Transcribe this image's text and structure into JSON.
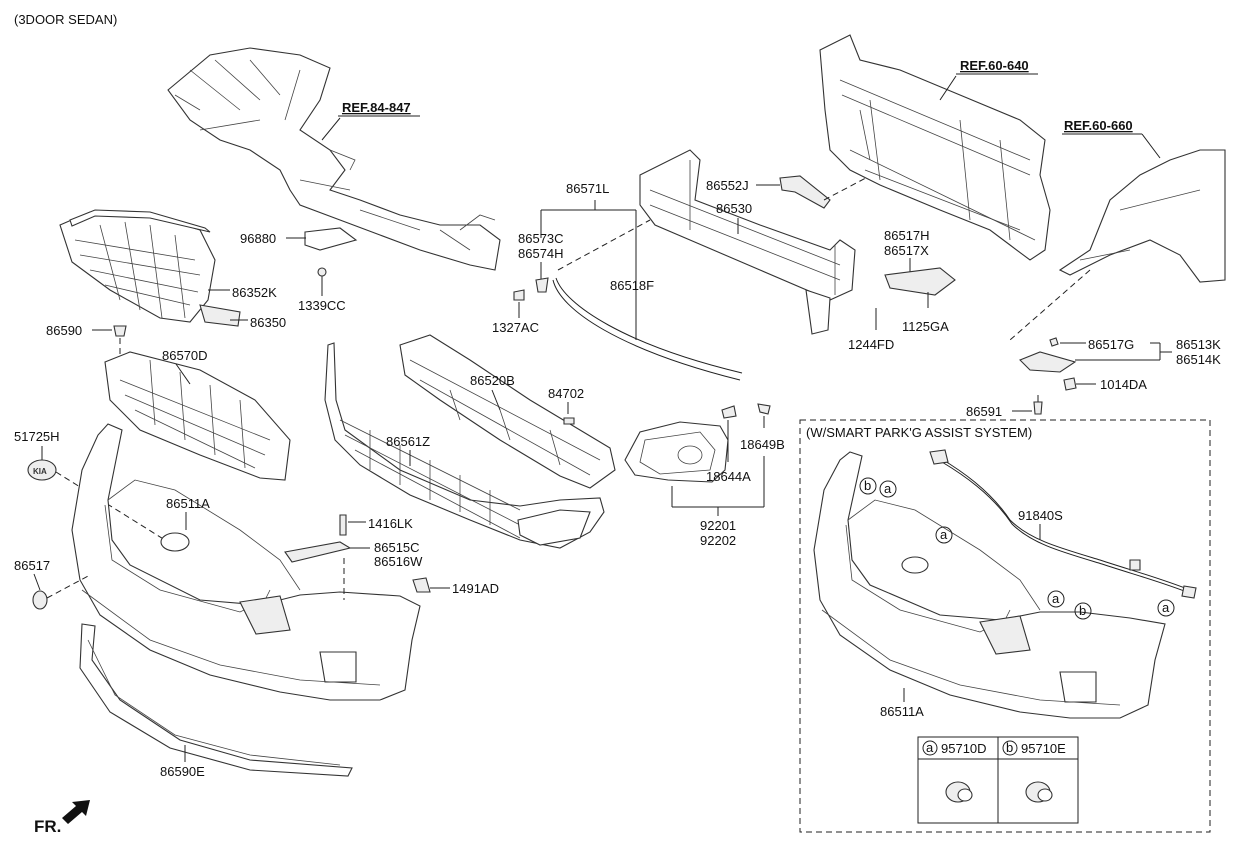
{
  "diagram": {
    "variant_label": "(3DOOR SEDAN)",
    "references": [
      "REF.84-847",
      "REF.60-640",
      "REF.60-660"
    ],
    "parts": {
      "p86352K": "86352K",
      "p86350": "86350",
      "p86590": "86590",
      "p86570D": "86570D",
      "p51725H": "51725H",
      "p86511A": "86511A",
      "p86517": "86517",
      "p86590E": "86590E",
      "p96880": "96880",
      "p1339CC": "1339CC",
      "p1327AC": "1327AC",
      "p86571L": "86571L",
      "p86573C": "86573C",
      "p86574H": "86574H",
      "p86518F": "86518F",
      "p86552J": "86552J",
      "p86530": "86530",
      "p86517H": "86517H",
      "p86517X": "86517X",
      "p1125GA": "1125GA",
      "p1244FD": "1244FD",
      "p86520B": "86520B",
      "p84702": "84702",
      "p86561Z": "86561Z",
      "p1416LK": "1416LK",
      "p86515C": "86515C",
      "p86516W": "86516W",
      "p1491AD": "1491AD",
      "p18644A": "18644A",
      "p18649B": "18649B",
      "p92201": "92201",
      "p92202": "92202",
      "p86517G": "86517G",
      "p86513K": "86513K",
      "p86514K": "86514K",
      "p1014DA": "1014DA",
      "p86591": "86591"
    },
    "inset": {
      "title": "(W/SMART PARK'G ASSIST SYSTEM)",
      "harness": "91840S",
      "bumper": "86511A",
      "marker_a": "a",
      "marker_b": "b",
      "sensor_a": "95710D",
      "sensor_b": "95710E"
    },
    "direction": "FR."
  }
}
